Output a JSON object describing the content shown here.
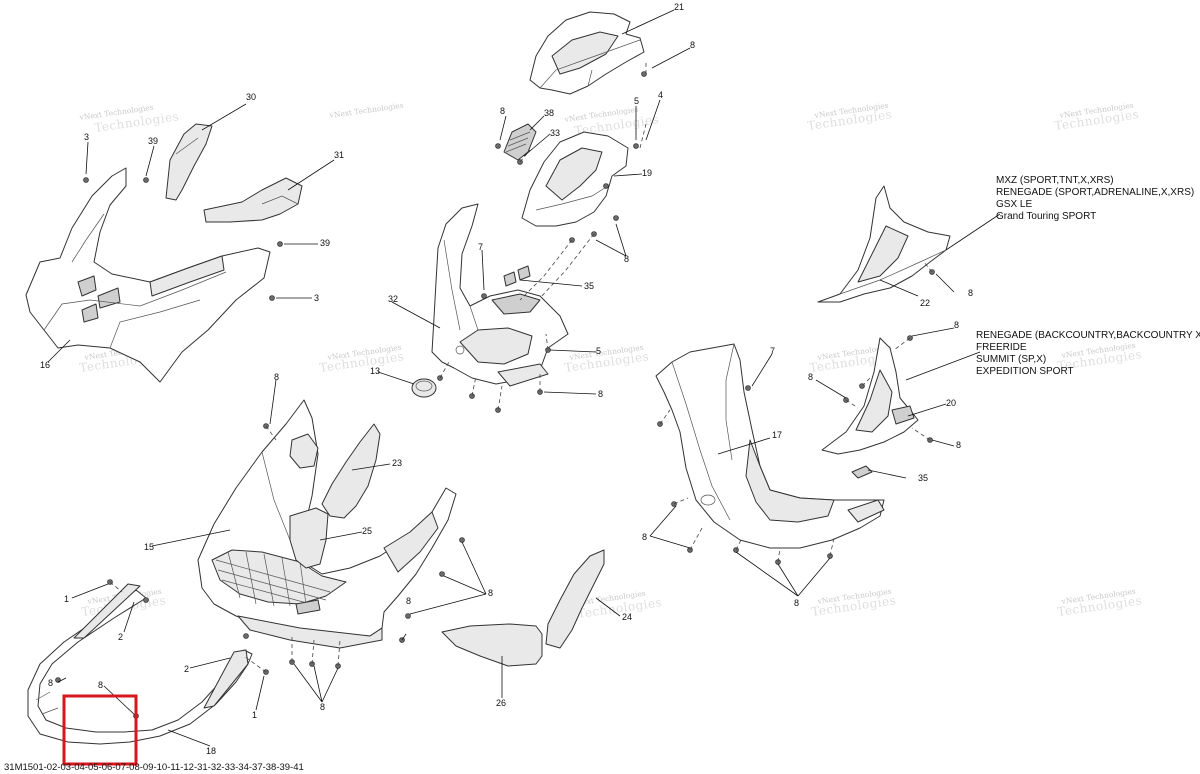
{
  "callouts": {
    "c1a": "1",
    "c1b": "1",
    "c2a": "2",
    "c2b": "2",
    "c3a": "3",
    "c3b": "3",
    "c4": "4",
    "c5a": "5",
    "c5b": "5",
    "c7a": "7",
    "c7b": "7",
    "c8_01": "8",
    "c8_02": "8",
    "c8_03": "8",
    "c8_04": "8",
    "c8_05": "8",
    "c8_06": "8",
    "c8_07": "8",
    "c8_08": "8",
    "c8_09": "8",
    "c8_10": "8",
    "c8_11": "8",
    "c8_12": "8",
    "c8_13": "8",
    "c8_14": "8",
    "c8_15": "8",
    "c8_16": "8",
    "c13": "13",
    "c15": "15",
    "c16": "16",
    "c17": "17",
    "c18": "18",
    "c19": "19",
    "c20": "20",
    "c21": "21",
    "c22": "22",
    "c23": "23",
    "c24": "24",
    "c25": "25",
    "c26": "26",
    "c30": "30",
    "c31": "31",
    "c32": "32",
    "c33": "33",
    "c35a": "35",
    "c35b": "35",
    "c38": "38",
    "c39a": "39",
    "c39b": "39"
  },
  "model_notes": {
    "upper": [
      "MXZ (SPORT,TNT,X,XRS)",
      "RENEGADE (SPORT,ADRENALINE,X,XRS)",
      "GSX LE",
      "Grand Touring SPORT"
    ],
    "lower": [
      "RENEGADE (BACKCOUNTRY,BACKCOUNTRY X)",
      "FREERIDE",
      "SUMMIT (SP,X)",
      "EXPEDITION SPORT"
    ]
  },
  "watermark": {
    "line1": "vNext Technologies",
    "line2": "Technologies"
  },
  "footer_code": "31M1501-02-03-04-05-06-07-08-09-10-11-12-31-32-33-34-37-38-39-41",
  "highlight_color": "#d9161c"
}
